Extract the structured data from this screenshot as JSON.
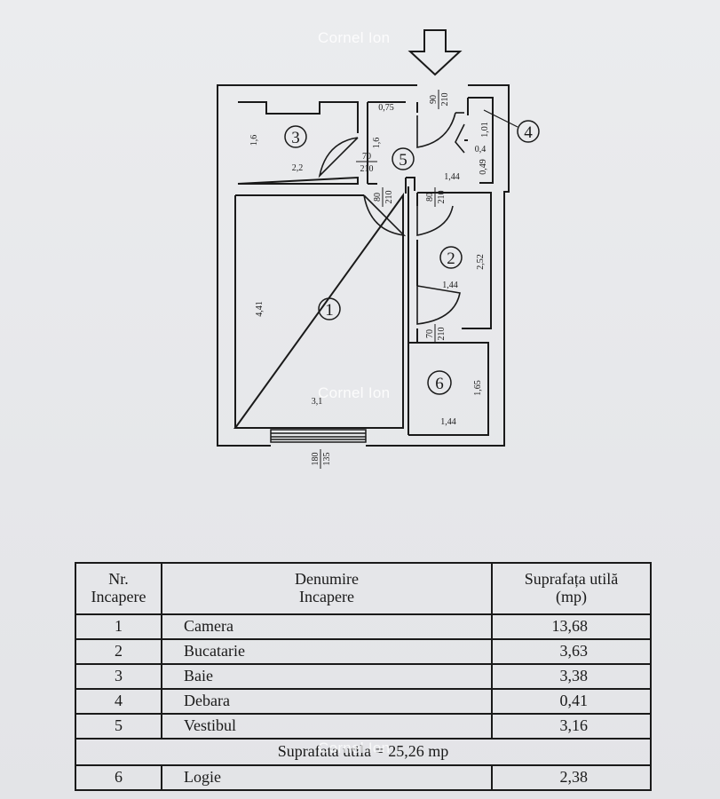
{
  "watermark": {
    "text": "Cornel Ion"
  },
  "plan": {
    "rooms": [
      {
        "num": "1",
        "dim_w": "3,1",
        "dim_h": "4,41"
      },
      {
        "num": "2",
        "dim_w": "1,44",
        "dim_h": "2,52"
      },
      {
        "num": "3",
        "dim_w": "2,2",
        "dim_h": "1,6"
      },
      {
        "num": "4",
        "dim_w": "0,4",
        "dim_h": "1,01"
      },
      {
        "num": "5",
        "dim_w": "1,44",
        "dim_h": "1,6"
      },
      {
        "num": "6",
        "dim_w": "1,44",
        "dim_h": "1,65"
      }
    ],
    "dims": {
      "top_075": "0,75",
      "d049": "0,49",
      "door_entry_w": "90",
      "door_entry_h": "210",
      "door_bath_w": "70",
      "door_bath_h": "210",
      "door_room_w": "80",
      "door_room_h": "210",
      "door_kitchen_w": "80",
      "door_kitchen_h": "210",
      "door_logia_w": "70",
      "door_logia_h": "210",
      "window_w": "180",
      "window_h": "135"
    }
  },
  "table": {
    "headers": {
      "nr_line1": "Nr.",
      "nr_line2": "Incapere",
      "name_line1": "Denumire",
      "name_line2": "Incapere",
      "area_line1": "Suprafața utilă",
      "area_line2": "(mp)"
    },
    "rows": [
      {
        "nr": "1",
        "name": "Camera",
        "area": "13,68"
      },
      {
        "nr": "2",
        "name": "Bucatarie",
        "area": "3,63"
      },
      {
        "nr": "3",
        "name": "Baie",
        "area": "3,38"
      },
      {
        "nr": "4",
        "name": "Debara",
        "area": "0,41"
      },
      {
        "nr": "5",
        "name": "Vestibul",
        "area": "3,16"
      }
    ],
    "total": "Suprafata  utila = 25,26 mp",
    "logia": {
      "nr": "6",
      "name": "Logie",
      "area": "2,38"
    }
  }
}
